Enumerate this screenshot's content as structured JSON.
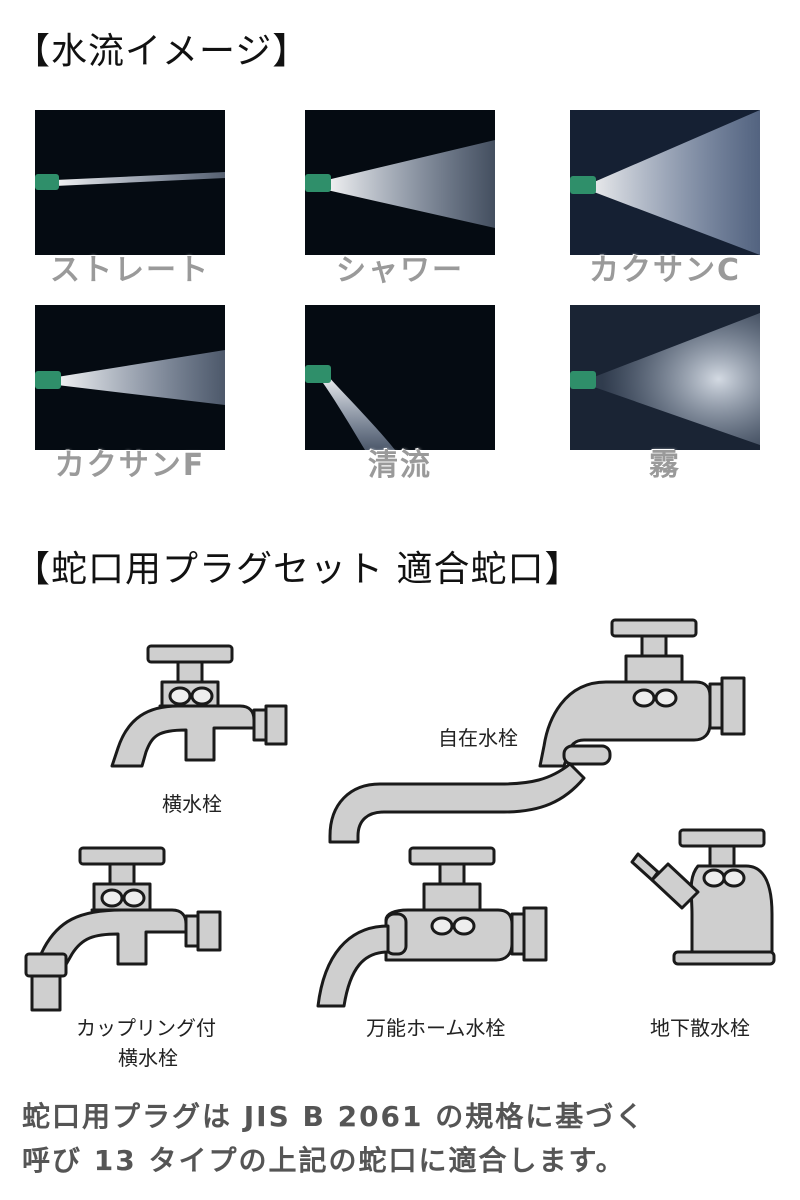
{
  "section1": {
    "title": "【水流イメージ】",
    "patterns": [
      {
        "label": "ストレート",
        "spray": "straight"
      },
      {
        "label": "シャワー",
        "spray": "shower"
      },
      {
        "label": "カクサンC",
        "spray": "diffuse-c"
      },
      {
        "label": "カクサンF",
        "spray": "diffuse-f"
      },
      {
        "label": "清流",
        "spray": "stream"
      },
      {
        "label": "霧",
        "spray": "mist"
      }
    ]
  },
  "section2": {
    "title": "【蛇口用プラグセット 適合蛇口】",
    "faucets": {
      "horizontal": {
        "label": "横水栓"
      },
      "swivel": {
        "label": "自在水栓"
      },
      "coupling": {
        "label_line1": "カップリング付",
        "label_line2": "横水栓"
      },
      "universal": {
        "label": "万能ホーム水栓"
      },
      "underground": {
        "label": "地下散水栓"
      }
    }
  },
  "note": {
    "line1": "蛇口用プラグは JIS B 2061 の規格に基づく",
    "line2": "呼び 13 タイプの上記の蛇口に適合します。"
  },
  "colors": {
    "photo_bg": "#050b12",
    "nozzle": "#2f8f6a",
    "faucet_fill": "#cfcfcf",
    "faucet_stroke": "#1a1a1a"
  }
}
